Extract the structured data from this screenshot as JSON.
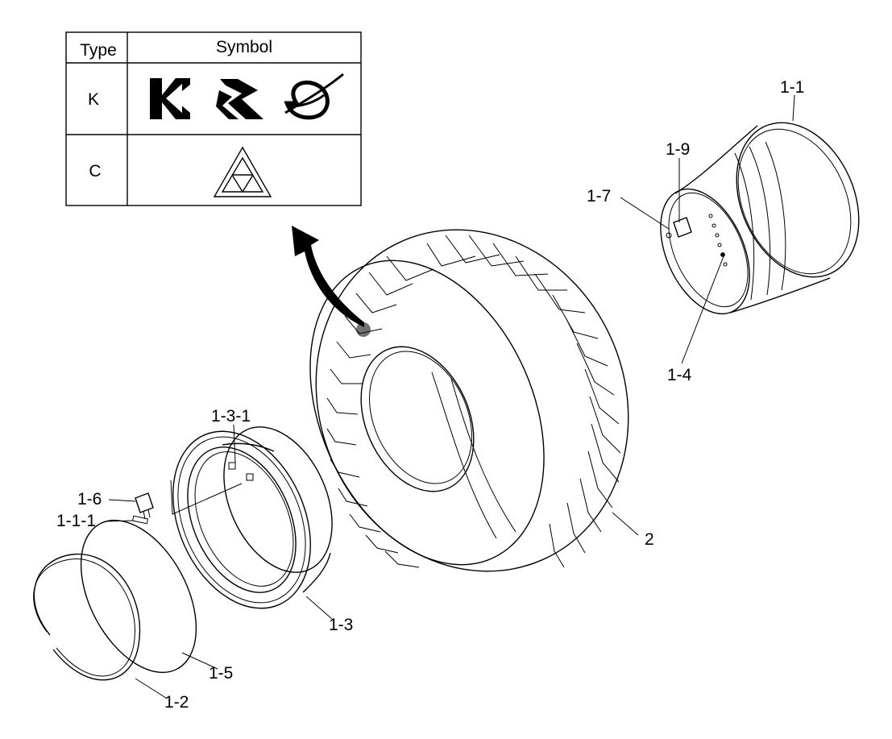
{
  "symbol_table": {
    "header_type": "Type",
    "header_symbol": "Symbol",
    "rows": [
      {
        "type": "K",
        "symbols": [
          "k-block-logo",
          "k-arrow-logo",
          "k-orbit-logo"
        ]
      },
      {
        "type": "C",
        "symbols": [
          "triforce-triangle-logo"
        ]
      }
    ]
  },
  "labels": {
    "p1_1": "1-1",
    "p1_9": "1-9",
    "p1_7": "1-7",
    "p1_4": "1-4",
    "p1_3_1": "1-3-1",
    "p1_6": "1-6",
    "p1_1_1": "1-1-1",
    "p1_3": "1-3",
    "p1_5": "1-5",
    "p1_2": "1-2",
    "p2": "2"
  }
}
